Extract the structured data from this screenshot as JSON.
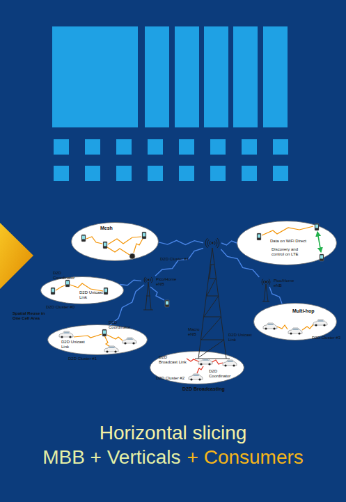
{
  "diagram": {
    "caption": "Horizontal slicing",
    "nodes": [
      {
        "text": [
          "Mesh",
          "D2D Cluster #4"
        ]
      },
      {
        "text": [
          "Data on WiFi Direct",
          "Discovery and control on LTE"
        ]
      },
      {
        "text": [
          "D2D Coordinator",
          "D2D Unicast Link",
          "D2D Cluster #0"
        ]
      },
      {
        "text": [
          "Pico/Home eNB"
        ]
      },
      {
        "text": [
          "Macro eNB"
        ]
      },
      {
        "text": [
          "Pico/Home eNB"
        ]
      },
      {
        "text": [
          "D2D Coordinator",
          "D2D Unicast Link",
          "D2D Cluster #1"
        ]
      },
      {
        "text": [
          "Multi-hop",
          "D2D Cluster #3"
        ]
      },
      {
        "text": [
          "D2D Broadcast Link",
          "D2D Coordinator",
          "D2D Cluster #2",
          "D2D Broadcasting"
        ]
      }
    ],
    "edges": [
      {
        "from": 4,
        "to": 0,
        "arrow": "none"
      },
      {
        "from": 4,
        "to": 1,
        "arrow": "none"
      },
      {
        "from": 4,
        "to": 3,
        "arrow": "none"
      },
      {
        "from": 4,
        "to": 5,
        "arrow": "none"
      },
      {
        "from": 3,
        "to": 2,
        "arrow": "none"
      },
      {
        "from": 3,
        "to": 6,
        "arrow": "none"
      },
      {
        "from": 5,
        "to": 7,
        "arrow": "none"
      }
    ],
    "labels": [
      "Spatial Reuse in One Cell Area",
      "D2D Unicast Link",
      "MBB + Verticals",
      "+ Consumers"
    ]
  }
}
